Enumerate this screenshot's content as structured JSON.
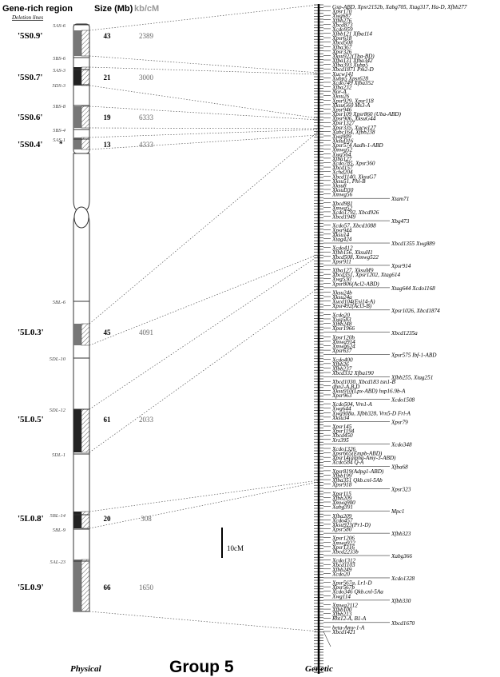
{
  "header": {
    "region": "Gene-rich region",
    "deletion_lines": "Deletion lines",
    "size": "Size (Mb)",
    "kbcm": "kb/cM"
  },
  "regions": [
    {
      "name": "'5S0.9'",
      "size": "43",
      "kbcm": "2389"
    },
    {
      "name": "'5S0.7'",
      "size": "21",
      "kbcm": "3000"
    },
    {
      "name": "'5S0.6'",
      "size": "19",
      "kbcm": "6333"
    },
    {
      "name": "'5S0.4'",
      "size": "13",
      "kbcm": "4333"
    },
    {
      "name": "'5L0.3'",
      "size": "45",
      "kbcm": "4091"
    },
    {
      "name": "'5L0.5'",
      "size": "61",
      "kbcm": "2033"
    },
    {
      "name": "'5L0.8'",
      "size": "20",
      "kbcm": "308"
    },
    {
      "name": "'5L0.9'",
      "size": "66",
      "kbcm": "1650"
    }
  ],
  "deletion_lines": [
    "5AS-6",
    "5BS-6",
    "5AS-3",
    "5DS-3",
    "5BS-8",
    "5BS-4",
    "5AS-1",
    "5BL-6",
    "5DL-10",
    "5DL-12",
    "5DL-1",
    "5BL-14",
    "5BL-9",
    "5AL-23"
  ],
  "scale_bar": "10cM",
  "footer": {
    "physical": "Physical",
    "title": "Group 5",
    "genetic": "Genetic"
  },
  "markers_right": [
    "Gsp-ABD, Xpsr2152b, Xabg705, Xtag317, Ha-D, Xfbb277",
    "Xpsr170",
    "Xwg687",
    "Xfbb276",
    "Xbcd873",
    "Xcdo959",
    "Xfbb121 Xfba114",
    "Xpsr618",
    "Xbcd508",
    "Xfba367",
    "Xpsr326",
    "Xksu922(Tha-BD)",
    "Xfba131 Xfba342",
    "Xfba393 Xubp5",
    "Xbcd1871  Pm2-D",
    "Xucw141",
    "Xubp5 Xpsr628",
    "Xcdo749 Xfba352",
    "Xfba232",
    "Nor-A",
    "Xksu26",
    "Xpsr929, Xpsr118",
    "XksuG60  Ms3-A",
    "Xpsr946",
    "Xpsr109  Xpsr860 (Uba-ABD)",
    "Xpsr906, XksuG44",
    "Xpsr1327",
    "Xpsr335, Xucw127",
    "Xabc164, Xfbb238",
    "Xwg909",
    "XksuD16",
    "Xpsr574  Aadh-1-ABD",
    "Xmwg52",
    "Xwg564",
    "Xfba127",
    "Xcdo785, Xpsr360",
    "Xbcd157",
    "Xchd204",
    "Xbcd1140, XksuG7",
    "Xksu51, Phl-B",
    "Xksu8",
    "XksuD30",
    "Xmwg56",
    "Xtam71",
    "Xbcd981",
    "Xmwg52",
    "Xcdo1792, Xbcd926",
    "Xbcd1949",
    "Xbg473",
    "Xcdo57, Xbcd1088",
    "Xpsr944",
    "Xksu14",
    "Xtag424",
    "Xbcd1355 Xwg889",
    "Xcdo412",
    "Xfbb156, XksuH1",
    "Xbcd508, Xmwg522",
    "Xpsr911",
    "Xpsr914",
    "Xfba127, XksuM9",
    "Xbcd351, Xpsr1202, Xtag614",
    "Xwg530",
    "Xpsr806(Acl2-ABD)",
    "Xtag644  Xcdo1168",
    "Xksu24b",
    "Xksu24a",
    "Xucd104(Esi14-A)",
    "Xpsr492(Acl3-B)",
    "Xpsr1026, Xbcd1874",
    "Xcdo20",
    "Xwg583",
    "Xfbb248",
    "Xpsr1966",
    "Xbcd1235a",
    "Xpsr120b",
    "Xmwg914",
    "Xmwg624",
    "Xpsr637",
    "Xpsr575  Ibf-1-ABD",
    "Xcdo400",
    "Xfbb26",
    "Xfbb237",
    "Xbcd332  Xfba190",
    "Xfbb255, Xtag251",
    "Xbcd1030, Xbcd183  tsn1-B",
    "dhn2-A,B,D",
    "Xksu910(Lpx-ABD)  hsp16.9b-A",
    "Xpsr963",
    "Xcdo1508",
    "Xcdo504, Vrn1-A",
    "Xwg644",
    "Xwg908a, Xfbb328, Vrn5-D  Frl-A",
    "Xksu34",
    "Xpsr79",
    "Xpsr145",
    "Xpsr1194",
    "Xbcd450",
    "Xrz395",
    "Xcdo348",
    "Xcdo1326",
    "Xpsr665(Empb-ABD)",
    "Xpsr14(alpha-Amy-3-ABD)",
    "Xcdo584  Q-A",
    "Xfba68",
    "Xpsr819(Adpg1-ABD)",
    "Xfbb199",
    "Xfba351  Qkb.cnl-5Ab",
    "Xpsr918",
    "Xpsr323",
    "Xpsr115",
    "Xfbb209",
    "Xmwg900",
    "Xabg391",
    "Mpc1",
    "Xfba209",
    "Xcdo457",
    "Xksu923(Pr1-D)",
    "Xpsr580",
    "Xfbb323",
    "Xpsr1206",
    "Xmwg922",
    "Xpsr1316",
    "Xbcd2233b",
    "Xabg366",
    "Xcdo1312",
    "Xbcd1103",
    "Xfbb249",
    "Xcdo20",
    "Xcdo1328",
    "Xpsr567a, Lr1-D",
    "Xpsr567b",
    "Xcdo346  Qkb.cnl-5Aa",
    "Xwg114",
    "Xfbb330",
    "Xmwg2112",
    "Xfbb100",
    "Xfbb213",
    "Rht12-A, B1-A",
    "Xbcd1670",
    "beta-Amy-1-A",
    "Xbcd1421"
  ]
}
